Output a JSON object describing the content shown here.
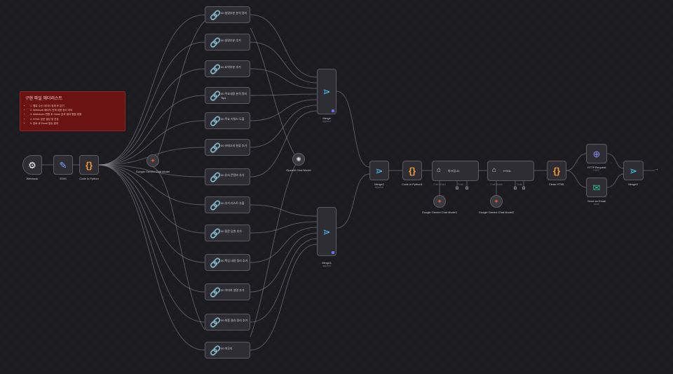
{
  "sticky": {
    "title": "구현 파일 헤더리스트",
    "lines": [
      "1. 웹훅 수신 데이터 정제 후 분기",
      "2. Webhook 페이지 전체 내용 정리 처리",
      "3. Markdown 변환 후 Sheet 검색 결과 병합 응용",
      "4. HTML 본문 생성 및 전송",
      "5. 완료 후 Email 발송 결과"
    ]
  },
  "chain": [
    {
      "id": "webhook",
      "label": "Webhook",
      "icon": "▲",
      "color": "#ffffff"
    },
    {
      "id": "edit",
      "label": "EDIS",
      "icon": "✎",
      "color": "#7aa7ff"
    },
    {
      "id": "code1",
      "label": "Code in Python",
      "icon": "{}",
      "color": "#f29b38"
    }
  ],
  "tools": [
    {
      "label": "00 설명부분 분석 정리"
    },
    {
      "label": "00 설명부분 추가"
    },
    {
      "label": "00 요약부분 추가"
    },
    {
      "label": "00 주요내용 분석 정리 Tips"
    },
    {
      "label": "00 주요 키워드 도출"
    },
    {
      "label": "00 카테고리 분류 추가"
    },
    {
      "label": "00 유사 콘텐츠 추가"
    },
    {
      "label": "00 추가 리스트 추출"
    },
    {
      "label": "00 질문 답변 추가"
    },
    {
      "label": "00 핵심 내용 정리 추가"
    },
    {
      "label": "00 이미지 설명 추가"
    },
    {
      "label": "00 최종 결과 정리 추가"
    },
    {
      "label": "00 마무리"
    }
  ],
  "models": {
    "gemini1": "Google Gemini Chat Model",
    "gemini2": "Google Gemini Chat Model1",
    "gemini3": "Google Gemini Chat Model2",
    "openai": "OpenAI Chat Model"
  },
  "merges": {
    "merge_top": {
      "label": "Merge",
      "sub": "append"
    },
    "merge_bottom": {
      "label": "Merge1",
      "sub": "append"
    },
    "merge2": {
      "label": "Merge2",
      "sub": "append"
    },
    "merge3": {
      "label": "Merge3",
      "sub": ""
    }
  },
  "pipeline": {
    "code2": "Code in Python1",
    "agent1": {
      "title": "마크업 AI",
      "label": "Chat Model",
      "sub": "Tools"
    },
    "agent2": {
      "title": "HTML",
      "label": "Chat Model",
      "sub": "Tools"
    },
    "code3": "Clean HTML",
    "http": {
      "label": "HTTP Request",
      "sub": "POST"
    },
    "email": {
      "label": "Send an Email",
      "sub": "send"
    }
  },
  "colors": {
    "accent": "#6e6df0",
    "merge_icon": "#4fc3f7",
    "code_icon": "#f29b38",
    "sticky": "#6b1312"
  }
}
